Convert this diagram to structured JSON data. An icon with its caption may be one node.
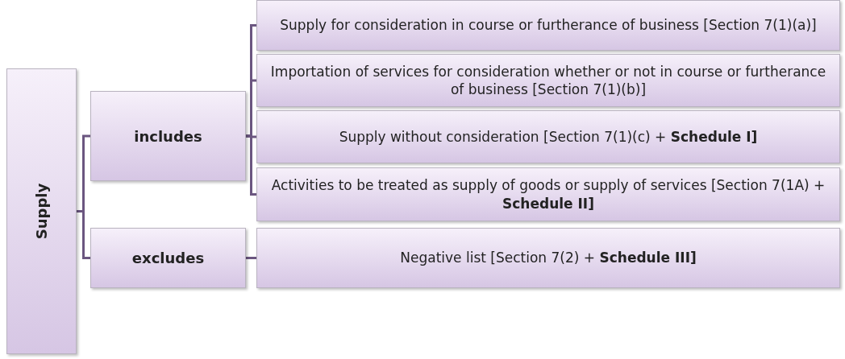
{
  "diagram": {
    "nodes": [
      {
        "text": [
          "Supply"
        ]
      },
      {
        "text": [
          "includes"
        ]
      },
      {
        "text": [
          "excludes"
        ]
      },
      {
        "text": [
          "Supply for consideration in course or furtherance of business [Section 7(1)(a)]"
        ]
      },
      {
        "text": [
          "Importation of services for consideration whether or not in course or furtherance of business [Section 7(1)(b)]"
        ]
      },
      {
        "text": [
          "Supply without consideration [Section 7(1)(c) + **Schedule I]**"
        ]
      },
      {
        "text": [
          "Activities to be treated as supply of goods or supply of services [Section 7(1A) + **Schedule II]**"
        ]
      },
      {
        "text": [
          "Negative list [Section 7(2) + **Schedule III]**"
        ]
      }
    ],
    "edges": [
      {
        "from": 0,
        "to": 1,
        "arrow": "none"
      },
      {
        "from": 0,
        "to": 2,
        "arrow": "none"
      },
      {
        "from": 1,
        "to": 3,
        "arrow": "none"
      },
      {
        "from": 1,
        "to": 4,
        "arrow": "none"
      },
      {
        "from": 1,
        "to": 5,
        "arrow": "none"
      },
      {
        "from": 1,
        "to": 6,
        "arrow": "none"
      },
      {
        "from": 2,
        "to": 7,
        "arrow": "none"
      }
    ]
  }
}
